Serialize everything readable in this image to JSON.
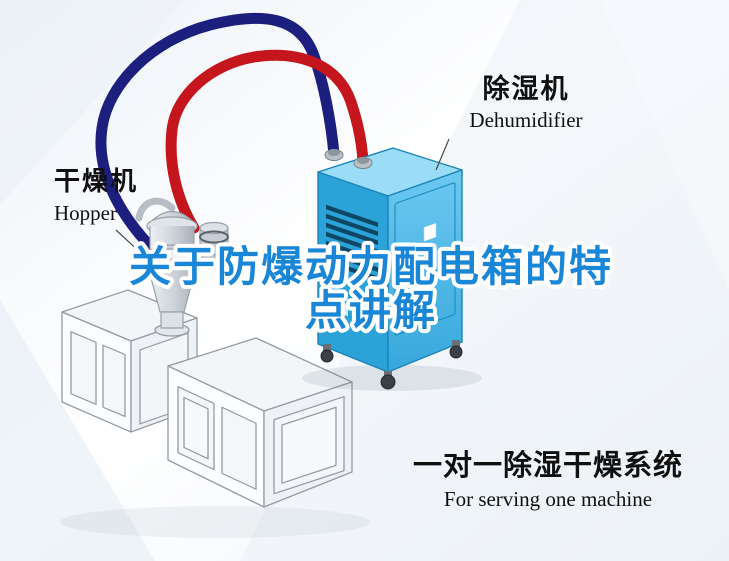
{
  "title": {
    "line1": "关于防爆动力配电箱的特",
    "line2": "点讲解",
    "color": "#1a86d8"
  },
  "labels": {
    "hopper": {
      "zh": "干燥机",
      "en": "Hopper"
    },
    "dehumidifier": {
      "zh": "除湿机",
      "en": "Dehumidifier"
    }
  },
  "caption": {
    "zh": "一对一除湿干燥系统",
    "en": "For serving one machine"
  },
  "colors": {
    "pipe_red": "#c4161c",
    "pipe_blue": "#1d1f7e",
    "dehumidifier_blue": "#2ba2d8",
    "title_blue": "#1a86d8"
  }
}
